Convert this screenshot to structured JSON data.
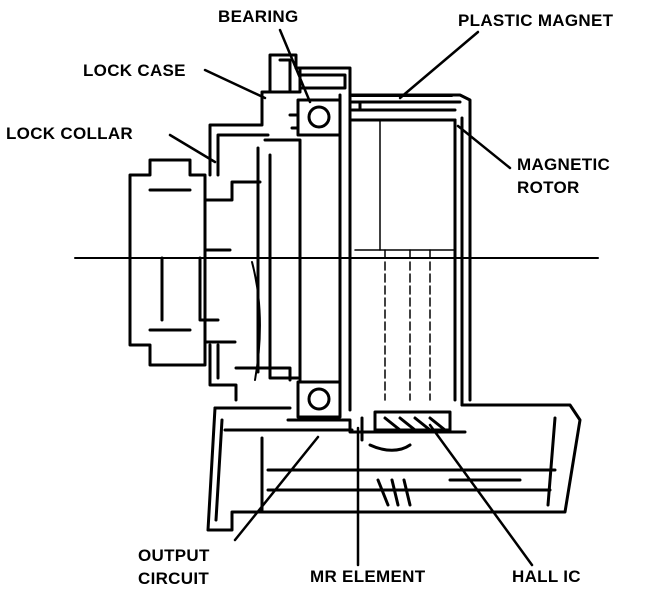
{
  "labels": {
    "bearing": "BEARING",
    "plastic_magnet": "PLASTIC MAGNET",
    "lock_case": "LOCK CASE",
    "lock_collar": "LOCK COLLAR",
    "magnetic_rotor_line1": "MAGNETIC",
    "magnetic_rotor_line2": "ROTOR",
    "output_circuit_line1": "OUTPUT",
    "output_circuit_line2": "CIRCUIT",
    "mr_element": "MR ELEMENT",
    "hall_ic": "HALL IC"
  }
}
